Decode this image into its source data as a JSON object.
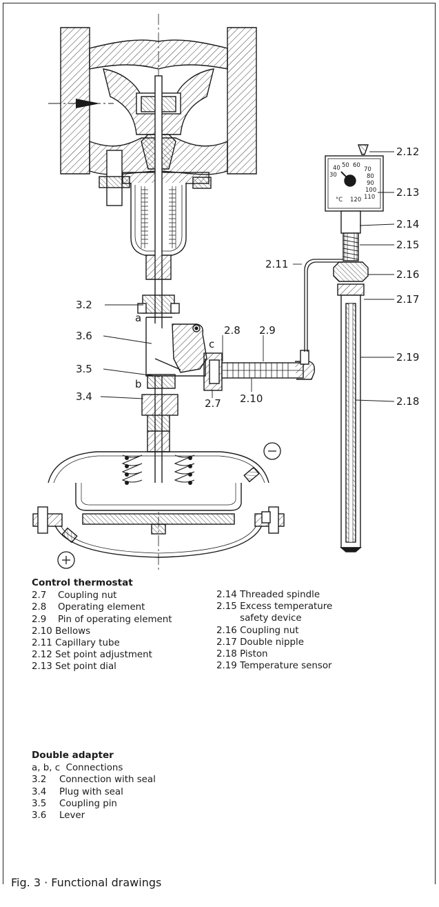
{
  "labels": {
    "l212": "2.12",
    "l213": "2.13",
    "l214": "2.14",
    "l215": "2.15",
    "l211": "2.11",
    "l216": "2.16",
    "l217": "2.17",
    "l32": "3.2",
    "la": "a",
    "l36": "3.6",
    "lc": "c",
    "l28": "2.8",
    "l29": "2.9",
    "l35": "3.5",
    "lb": "b",
    "l34": "3.4",
    "l27": "2.7",
    "l210": "2.10",
    "l219": "2.19",
    "l218": "2.18"
  },
  "dial": {
    "scale": [
      "40",
      "50",
      "60",
      "70",
      "30",
      "80",
      "90",
      "100",
      "110",
      "120"
    ],
    "unit": "°C"
  },
  "thermostat": {
    "heading": "Control thermostat",
    "left": [
      {
        "num": "2.7",
        "text": "Coupling nut"
      },
      {
        "num": "2.8",
        "text": "Operating element"
      },
      {
        "num": "2.9",
        "text": "Pin of operating element"
      },
      {
        "num": "2.10",
        "text": "Bellows"
      },
      {
        "num": "2.11",
        "text": "Capillary tube"
      },
      {
        "num": "2.12",
        "text": "Set point adjustment"
      },
      {
        "num": "2.13",
        "text": "Set point dial"
      }
    ],
    "right": [
      {
        "num": "2.14",
        "text": "Threaded spindle"
      },
      {
        "num": "2.15",
        "text": "Excess temperature safety device"
      },
      {
        "num": "2.16",
        "text": "Coupling nut"
      },
      {
        "num": "2.17",
        "text": "Double nipple"
      },
      {
        "num": "2.18",
        "text": "Piston"
      },
      {
        "num": "2.19",
        "text": "Temperature sensor"
      }
    ]
  },
  "adapter": {
    "heading": "Double adapter",
    "items": [
      {
        "num": "a, b, c",
        "text": "Connections"
      },
      {
        "num": "3.2",
        "text": "Connection with seal"
      },
      {
        "num": "3.4",
        "text": "Plug with seal"
      },
      {
        "num": "3.5",
        "text": "Coupling pin"
      },
      {
        "num": "3.6",
        "text": "Lever"
      }
    ]
  },
  "caption": "Fig. 3 · Functional drawings"
}
